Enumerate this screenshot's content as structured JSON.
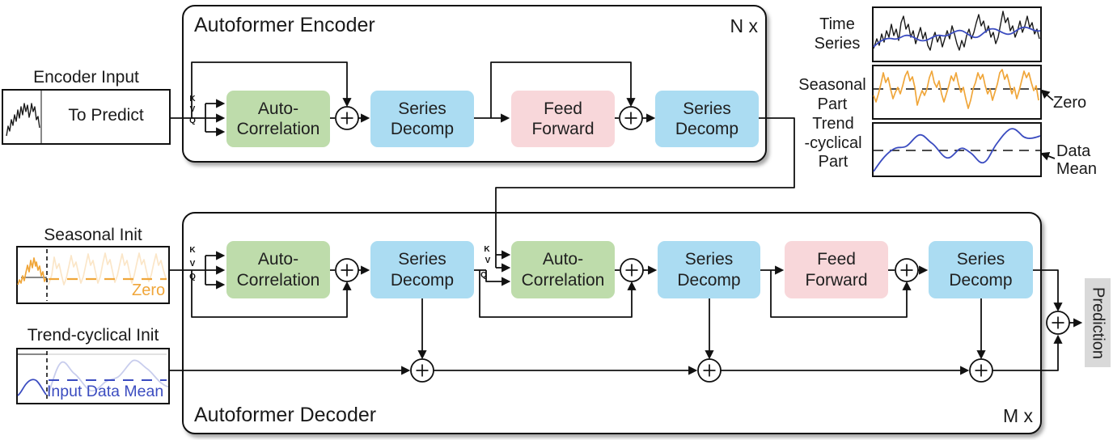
{
  "palette": {
    "green": "#bedcab",
    "blue": "#abdcf2",
    "pink": "#f8d7da",
    "gray": "#d9d9d9",
    "orange": "#f0a63a",
    "trend_blue": "#3b4cc0",
    "ink": "#1a1a1a"
  },
  "encoder": {
    "title": "Autoformer Encoder",
    "repeat": "N x",
    "input_label": "Encoder Input",
    "input_text": "To Predict",
    "kvq": {
      "k": "K",
      "v": "V",
      "q": "Q"
    },
    "auto_correlation": "Auto-\nCorrelation",
    "series_decomp1": "Series\nDecomp",
    "feed_forward": "Feed\nForward",
    "series_decomp2": "Series\nDecomp"
  },
  "decoder": {
    "title": "Autoformer Decoder",
    "repeat": "M x",
    "seasonal_init_label": "Seasonal Init",
    "seasonal_init_annotation": "Zero",
    "trend_init_label": "Trend-cyclical Init",
    "trend_init_annotation": "Input Data Mean",
    "kvq": {
      "k": "K",
      "v": "V",
      "q": "Q"
    },
    "auto_correlation1": "Auto-\nCorrelation",
    "series_decomp1": "Series\nDecomp",
    "auto_correlation2": "Auto-\nCorrelation",
    "series_decomp2": "Series\nDecomp",
    "feed_forward": "Feed\nForward",
    "series_decomp3": "Series\nDecomp",
    "prediction_label": "Prediction"
  },
  "legend": {
    "time_series_label": "Time\nSeries",
    "seasonal_label": "Seasonal\nPart",
    "trend_label": "Trend\n-cyclical\nPart",
    "zero_annotation": "Zero",
    "mean_annotation": "Data\nMean"
  }
}
